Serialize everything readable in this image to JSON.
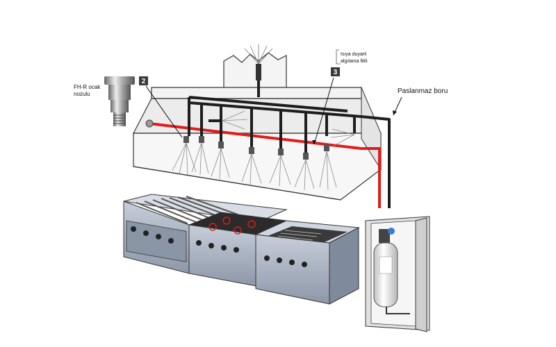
{
  "labels": {
    "nozzle_line1": "FH-R ocak",
    "nozzle_line2": "nozulu",
    "detector_line1": "Isıya duyarlı",
    "detector_line2": "algılama fitili",
    "pipe": "Paslanmaz boru"
  },
  "callouts": {
    "nozzle_number": "2",
    "detector_number": "3"
  },
  "icons": [
    "spray-nozzle-icon",
    "fire-extinguisher-cylinder-icon"
  ],
  "colors": {
    "pipe": "#1e1e1e",
    "detection_line": "#e21b1b",
    "appliance_body": "#a9b4c4",
    "hood": "#ededed"
  }
}
